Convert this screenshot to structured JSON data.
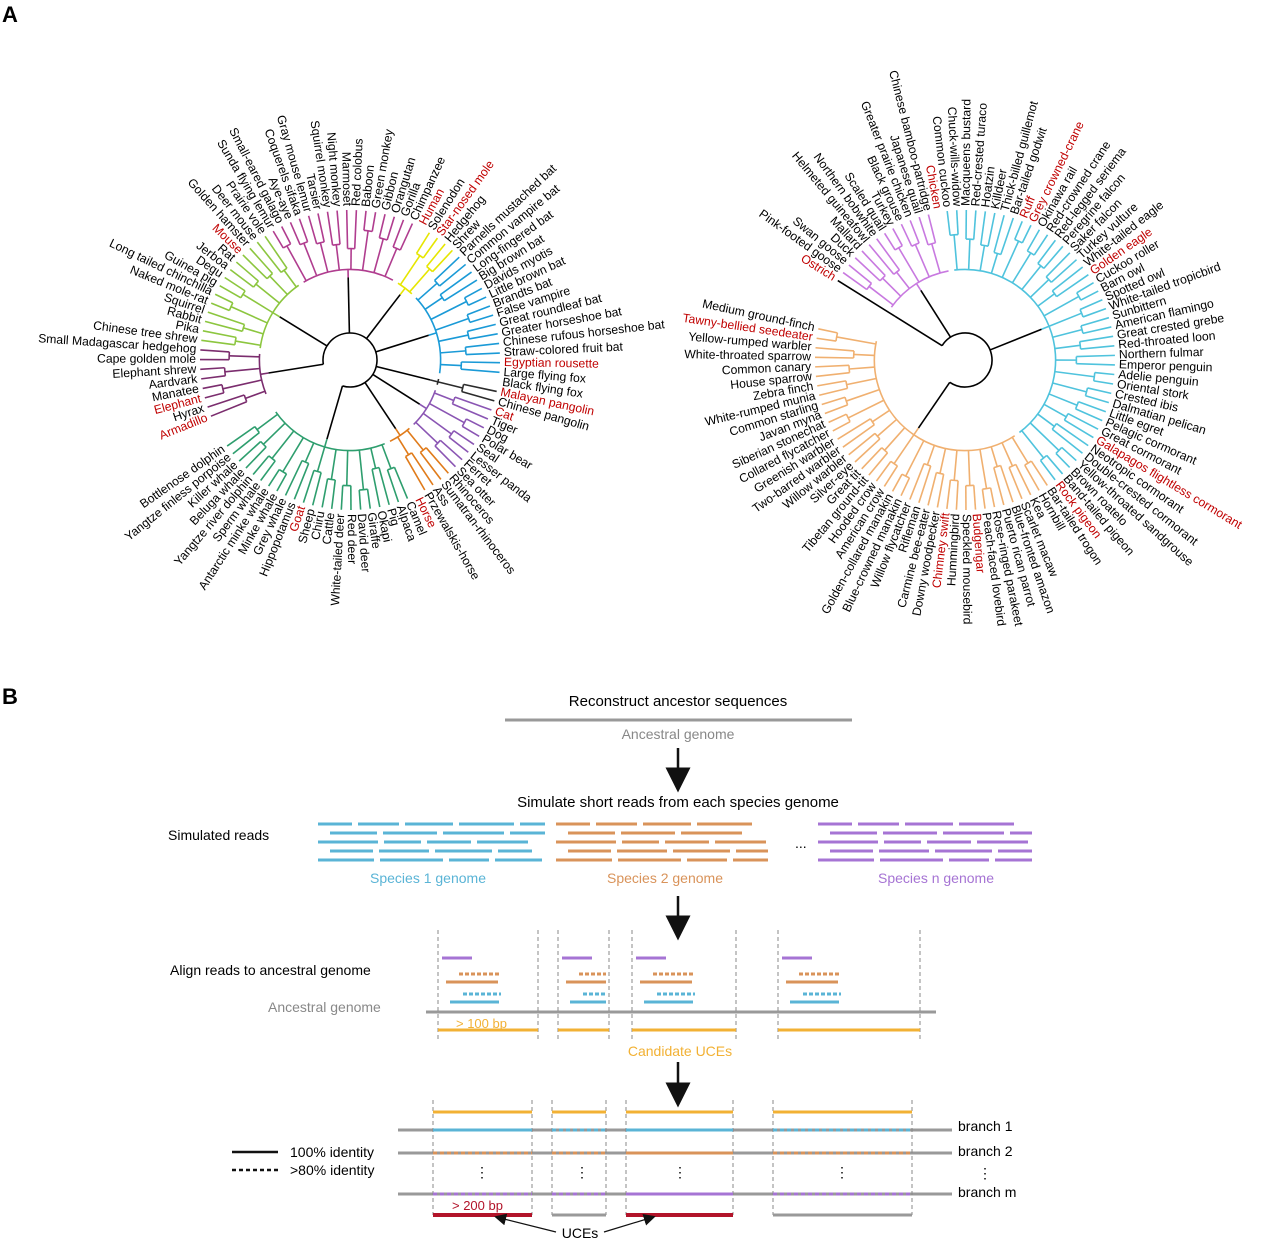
{
  "panels": {
    "a": "A",
    "b": "B"
  },
  "colors": {
    "highlight": "#c00000",
    "black": "#000000",
    "grey": "#999999",
    "orange_uce": "#f2b134",
    "species1": "#5ab4d6",
    "species2": "#d9935a",
    "speciesn": "#a674d4",
    "uce_red": "#b2142a",
    "mammal_afro": "#7b2d6e",
    "mammal_glires": "#8cc63f",
    "mammal_primate": "#b03d8f",
    "mammal_cetart": "#2e9e6e",
    "mammal_perisso": "#e07b1a",
    "mammal_carniv": "#8a55b3",
    "mammal_pangolin": "#2b2b2b",
    "mammal_bat": "#1a9ad7",
    "mammal_insect": "#e6e600",
    "bird_galloan": "#c879e0",
    "bird_neoaves": "#4fc3dd",
    "bird_passer": "#f0b070"
  },
  "mammal_tree": {
    "leaves": [
      {
        "name": "Armadillo",
        "hl": true,
        "grp": "afro"
      },
      {
        "name": "Hyrax",
        "hl": false,
        "grp": "afro"
      },
      {
        "name": "Elephant",
        "hl": true,
        "grp": "afro"
      },
      {
        "name": "Manatee",
        "hl": false,
        "grp": "afro"
      },
      {
        "name": "Aardvark",
        "hl": false,
        "grp": "afro"
      },
      {
        "name": "Elephant shrew",
        "hl": false,
        "grp": "afro"
      },
      {
        "name": "Cape golden mole",
        "hl": false,
        "grp": "afro"
      },
      {
        "name": "Small Madagascar hedgehog",
        "hl": false,
        "grp": "afro"
      },
      {
        "name": "Chinese tree shrew",
        "hl": false,
        "grp": "glires"
      },
      {
        "name": "Pika",
        "hl": false,
        "grp": "glires"
      },
      {
        "name": "Rabbit",
        "hl": false,
        "grp": "glires"
      },
      {
        "name": "Squirrel",
        "hl": false,
        "grp": "glires"
      },
      {
        "name": "Naked mole-rat",
        "hl": false,
        "grp": "glires"
      },
      {
        "name": "Long tailed chinchilla",
        "hl": false,
        "grp": "glires"
      },
      {
        "name": "Guinea pig",
        "hl": false,
        "grp": "glires"
      },
      {
        "name": "Degu",
        "hl": false,
        "grp": "glires"
      },
      {
        "name": "Jerboa",
        "hl": false,
        "grp": "glires"
      },
      {
        "name": "Rat",
        "hl": false,
        "grp": "glires"
      },
      {
        "name": "Mouse",
        "hl": true,
        "grp": "glires"
      },
      {
        "name": "Golden hamster",
        "hl": false,
        "grp": "glires"
      },
      {
        "name": "Deer mouse",
        "hl": false,
        "grp": "glires"
      },
      {
        "name": "Prairie vole",
        "hl": false,
        "grp": "glires"
      },
      {
        "name": "Sunda flying lemur",
        "hl": false,
        "grp": "primate"
      },
      {
        "name": "Small-eared galago",
        "hl": false,
        "grp": "primate"
      },
      {
        "name": "Aye-aye",
        "hl": false,
        "grp": "primate"
      },
      {
        "name": "Coquerels sifaka",
        "hl": false,
        "grp": "primate"
      },
      {
        "name": "Gray mouse lemur",
        "hl": false,
        "grp": "primate"
      },
      {
        "name": "Tarsier",
        "hl": false,
        "grp": "primate"
      },
      {
        "name": "Squirrel monkey",
        "hl": false,
        "grp": "primate"
      },
      {
        "name": "Night monkey",
        "hl": false,
        "grp": "primate"
      },
      {
        "name": "Marmoset",
        "hl": false,
        "grp": "primate"
      },
      {
        "name": "Red colobus",
        "hl": false,
        "grp": "primate"
      },
      {
        "name": "Baboon",
        "hl": false,
        "grp": "primate"
      },
      {
        "name": "Green monkey",
        "hl": false,
        "grp": "primate"
      },
      {
        "name": "Gibbon",
        "hl": false,
        "grp": "primate"
      },
      {
        "name": "Orangutan",
        "hl": false,
        "grp": "primate"
      },
      {
        "name": "Gorilla",
        "hl": false,
        "grp": "primate"
      },
      {
        "name": "Chimpanzee",
        "hl": false,
        "grp": "primate"
      },
      {
        "name": "Human",
        "hl": true,
        "grp": "primate"
      },
      {
        "name": "Solenodon",
        "hl": false,
        "grp": "insect"
      },
      {
        "name": "Star-nosed mole",
        "hl": true,
        "grp": "insect"
      },
      {
        "name": "Hedgehog",
        "hl": false,
        "grp": "insect"
      },
      {
        "name": "Shrew",
        "hl": false,
        "grp": "insect"
      },
      {
        "name": "Parnells mustached bat",
        "hl": false,
        "grp": "bat"
      },
      {
        "name": "Common vampire bat",
        "hl": false,
        "grp": "bat"
      },
      {
        "name": "Long-fingered bat",
        "hl": false,
        "grp": "bat"
      },
      {
        "name": "Big brown bat",
        "hl": false,
        "grp": "bat"
      },
      {
        "name": "Davids myotis",
        "hl": false,
        "grp": "bat"
      },
      {
        "name": "Little brown bat",
        "hl": false,
        "grp": "bat"
      },
      {
        "name": "Brandts bat",
        "hl": false,
        "grp": "bat"
      },
      {
        "name": "False vampire",
        "hl": false,
        "grp": "bat"
      },
      {
        "name": "Great roundleaf bat",
        "hl": false,
        "grp": "bat"
      },
      {
        "name": "Greater horseshoe bat",
        "hl": false,
        "grp": "bat"
      },
      {
        "name": "Chinese rufous horseshoe bat",
        "hl": false,
        "grp": "bat"
      },
      {
        "name": "Straw-colored fruit bat",
        "hl": false,
        "grp": "bat"
      },
      {
        "name": "Egyptian rousette",
        "hl": true,
        "grp": "bat"
      },
      {
        "name": "Large flying fox",
        "hl": false,
        "grp": "bat"
      },
      {
        "name": "Black flying fox",
        "hl": false,
        "grp": "bat"
      },
      {
        "name": "Malayan pangolin",
        "hl": true,
        "grp": "pangolin"
      },
      {
        "name": "Chinese pangolin",
        "hl": false,
        "grp": "pangolin"
      },
      {
        "name": "Cat",
        "hl": true,
        "grp": "carniv"
      },
      {
        "name": "Tiger",
        "hl": false,
        "grp": "carniv"
      },
      {
        "name": "Dog",
        "hl": false,
        "grp": "carniv"
      },
      {
        "name": "Polar bear",
        "hl": false,
        "grp": "carniv"
      },
      {
        "name": "Seal",
        "hl": false,
        "grp": "carniv"
      },
      {
        "name": "Lesser panda",
        "hl": false,
        "grp": "carniv"
      },
      {
        "name": "Ferret",
        "hl": false,
        "grp": "carniv"
      },
      {
        "name": "Sea otter",
        "hl": false,
        "grp": "carniv"
      },
      {
        "name": "Rhinoceros",
        "hl": false,
        "grp": "perisso"
      },
      {
        "name": "Sumatran-rhinoceros",
        "hl": false,
        "grp": "perisso"
      },
      {
        "name": "Ass",
        "hl": false,
        "grp": "perisso"
      },
      {
        "name": "Przewalskis-horse",
        "hl": false,
        "grp": "perisso"
      },
      {
        "name": "Horse",
        "hl": true,
        "grp": "perisso"
      },
      {
        "name": "Camel",
        "hl": false,
        "grp": "cetart"
      },
      {
        "name": "Alpaca",
        "hl": false,
        "grp": "cetart"
      },
      {
        "name": "Pig",
        "hl": false,
        "grp": "cetart"
      },
      {
        "name": "Okapi",
        "hl": false,
        "grp": "cetart"
      },
      {
        "name": "Giraffe",
        "hl": false,
        "grp": "cetart"
      },
      {
        "name": "David deer",
        "hl": false,
        "grp": "cetart"
      },
      {
        "name": "Red deer",
        "hl": false,
        "grp": "cetart"
      },
      {
        "name": "White-tailed deer",
        "hl": false,
        "grp": "cetart"
      },
      {
        "name": "Cattle",
        "hl": false,
        "grp": "cetart"
      },
      {
        "name": "Chiru",
        "hl": false,
        "grp": "cetart"
      },
      {
        "name": "Sheep",
        "hl": false,
        "grp": "cetart"
      },
      {
        "name": "Goat",
        "hl": true,
        "grp": "cetart"
      },
      {
        "name": "Hippopotamus",
        "hl": false,
        "grp": "cetart"
      },
      {
        "name": "Grey whale",
        "hl": false,
        "grp": "cetart"
      },
      {
        "name": "Minke whale",
        "hl": false,
        "grp": "cetart"
      },
      {
        "name": "Antarctic minke whale",
        "hl": false,
        "grp": "cetart"
      },
      {
        "name": "Sperm whale",
        "hl": false,
        "grp": "cetart"
      },
      {
        "name": "Yangtze river dolphin",
        "hl": false,
        "grp": "cetart"
      },
      {
        "name": "Beluga whale",
        "hl": false,
        "grp": "cetart"
      },
      {
        "name": "Killer whale",
        "hl": false,
        "grp": "cetart"
      },
      {
        "name": "Yangtze finless porpoise",
        "hl": false,
        "grp": "cetart"
      },
      {
        "name": "Bottlenose dolphin",
        "hl": false,
        "grp": "cetart"
      }
    ]
  },
  "bird_tree": {
    "leaves": [
      {
        "name": "Ostrich",
        "hl": true,
        "grp": "root"
      },
      {
        "name": "Pink-footed goose",
        "hl": false,
        "grp": "galloan"
      },
      {
        "name": "Swan goose",
        "hl": false,
        "grp": "galloan"
      },
      {
        "name": "Duck",
        "hl": false,
        "grp": "galloan"
      },
      {
        "name": "Mallard",
        "hl": false,
        "grp": "galloan"
      },
      {
        "name": "Helmeted guineafowl",
        "hl": false,
        "grp": "galloan"
      },
      {
        "name": "Northern bobwhite",
        "hl": false,
        "grp": "galloan"
      },
      {
        "name": "Scaled quail",
        "hl": false,
        "grp": "galloan"
      },
      {
        "name": "Turkey",
        "hl": false,
        "grp": "galloan"
      },
      {
        "name": "Black grouse",
        "hl": false,
        "grp": "galloan"
      },
      {
        "name": "Greater prairie chicken",
        "hl": false,
        "grp": "galloan"
      },
      {
        "name": "Japanese quail",
        "hl": false,
        "grp": "galloan"
      },
      {
        "name": "Chinese bamboo-partridge",
        "hl": false,
        "grp": "galloan"
      },
      {
        "name": "Chicken",
        "hl": true,
        "grp": "galloan"
      },
      {
        "name": "Common cuckoo",
        "hl": false,
        "grp": "neoaves"
      },
      {
        "name": "Chuck-wills-widow",
        "hl": false,
        "grp": "neoaves"
      },
      {
        "name": "Macqueens bustard",
        "hl": false,
        "grp": "neoaves"
      },
      {
        "name": "Red-crested turaco",
        "hl": false,
        "grp": "neoaves"
      },
      {
        "name": "Hoatzin",
        "hl": false,
        "grp": "neoaves"
      },
      {
        "name": "Killdeer",
        "hl": false,
        "grp": "neoaves"
      },
      {
        "name": "Thick-billed guillemot",
        "hl": false,
        "grp": "neoaves"
      },
      {
        "name": "Bar-tailed godwit",
        "hl": false,
        "grp": "neoaves"
      },
      {
        "name": "Ruff",
        "hl": true,
        "grp": "neoaves"
      },
      {
        "name": "Grey crowned-crane",
        "hl": true,
        "grp": "neoaves"
      },
      {
        "name": "Okinawa rail",
        "hl": false,
        "grp": "neoaves"
      },
      {
        "name": "Red-crowned crane",
        "hl": false,
        "grp": "neoaves"
      },
      {
        "name": "Red-legged seriema",
        "hl": false,
        "grp": "neoaves"
      },
      {
        "name": "Peregrine falcon",
        "hl": false,
        "grp": "neoaves"
      },
      {
        "name": "Saker falcon",
        "hl": false,
        "grp": "neoaves"
      },
      {
        "name": "Turkey vulture",
        "hl": false,
        "grp": "neoaves"
      },
      {
        "name": "White-tailed eagle",
        "hl": false,
        "grp": "neoaves"
      },
      {
        "name": "Golden eagle",
        "hl": true,
        "grp": "neoaves"
      },
      {
        "name": "Cuckoo roller",
        "hl": false,
        "grp": "neoaves"
      },
      {
        "name": "Barn owl",
        "hl": false,
        "grp": "neoaves"
      },
      {
        "name": "Spotted owl",
        "hl": false,
        "grp": "neoaves"
      },
      {
        "name": "White-tailed tropicbird",
        "hl": false,
        "grp": "neoaves"
      },
      {
        "name": "Sunbittern",
        "hl": false,
        "grp": "neoaves"
      },
      {
        "name": "American flamingo",
        "hl": false,
        "grp": "neoaves"
      },
      {
        "name": "Great crested grebe",
        "hl": false,
        "grp": "neoaves"
      },
      {
        "name": "Red-throated loon",
        "hl": false,
        "grp": "neoaves"
      },
      {
        "name": "Northern fulmar",
        "hl": false,
        "grp": "neoaves"
      },
      {
        "name": "Emperor penguin",
        "hl": false,
        "grp": "neoaves"
      },
      {
        "name": "Adelie penguin",
        "hl": false,
        "grp": "neoaves"
      },
      {
        "name": "Oriental stork",
        "hl": false,
        "grp": "neoaves"
      },
      {
        "name": "Crested ibis",
        "hl": false,
        "grp": "neoaves"
      },
      {
        "name": "Dalmatian pelican",
        "hl": false,
        "grp": "neoaves"
      },
      {
        "name": "Little egret",
        "hl": false,
        "grp": "neoaves"
      },
      {
        "name": "Pelagic cormorant",
        "hl": false,
        "grp": "neoaves"
      },
      {
        "name": "Great cormorant",
        "hl": false,
        "grp": "neoaves"
      },
      {
        "name": "Galapagos flightless cormorant",
        "hl": true,
        "grp": "neoaves"
      },
      {
        "name": "Neotropic cormorant",
        "hl": false,
        "grp": "neoaves"
      },
      {
        "name": "Double-crested cormorant",
        "hl": false,
        "grp": "neoaves"
      },
      {
        "name": "Yellow-throated sandgrouse",
        "hl": false,
        "grp": "neoaves"
      },
      {
        "name": "Brown roatelo",
        "hl": false,
        "grp": "neoaves"
      },
      {
        "name": "Band-tailed pigeon",
        "hl": false,
        "grp": "neoaves"
      },
      {
        "name": "Rock pigeon",
        "hl": true,
        "grp": "neoaves"
      },
      {
        "name": "Bar-tailed trogon",
        "hl": false,
        "grp": "passer"
      },
      {
        "name": "Hornbill",
        "hl": false,
        "grp": "passer"
      },
      {
        "name": "Kea",
        "hl": false,
        "grp": "passer"
      },
      {
        "name": "Scarlet macaw",
        "hl": false,
        "grp": "passer"
      },
      {
        "name": "Blue-fronted amazon",
        "hl": false,
        "grp": "passer"
      },
      {
        "name": "Puerto rican parrot",
        "hl": false,
        "grp": "passer"
      },
      {
        "name": "Rose-ringed parakeet",
        "hl": false,
        "grp": "passer"
      },
      {
        "name": "Peach-faced lovebird",
        "hl": false,
        "grp": "passer"
      },
      {
        "name": "Budgerigar",
        "hl": true,
        "grp": "passer"
      },
      {
        "name": "Speckled mousebird",
        "hl": false,
        "grp": "passer"
      },
      {
        "name": "Hummingbird",
        "hl": false,
        "grp": "passer"
      },
      {
        "name": "Chimney swift",
        "hl": true,
        "grp": "passer"
      },
      {
        "name": "Downy woodpecker",
        "hl": false,
        "grp": "passer"
      },
      {
        "name": "Carmine bee-eater",
        "hl": false,
        "grp": "passer"
      },
      {
        "name": "Rifleman",
        "hl": false,
        "grp": "passer"
      },
      {
        "name": "Willow flycatcher",
        "hl": false,
        "grp": "passer"
      },
      {
        "name": "Blue-crowned manakin",
        "hl": false,
        "grp": "passer"
      },
      {
        "name": "Golden-collared manakin",
        "hl": false,
        "grp": "passer"
      },
      {
        "name": "American crow",
        "hl": false,
        "grp": "passer"
      },
      {
        "name": "Hooded crow",
        "hl": false,
        "grp": "passer"
      },
      {
        "name": "Tibetan ground-tit",
        "hl": false,
        "grp": "passer"
      },
      {
        "name": "Great tit",
        "hl": false,
        "grp": "passer"
      },
      {
        "name": "Silver-eye",
        "hl": false,
        "grp": "passer"
      },
      {
        "name": "Willow warbler",
        "hl": false,
        "grp": "passer"
      },
      {
        "name": "Two-barred warbler",
        "hl": false,
        "grp": "passer"
      },
      {
        "name": "Greenish warbler",
        "hl": false,
        "grp": "passer"
      },
      {
        "name": "Collared flycatcher",
        "hl": false,
        "grp": "passer"
      },
      {
        "name": "Siberian stonechat",
        "hl": false,
        "grp": "passer"
      },
      {
        "name": "Javan myna",
        "hl": false,
        "grp": "passer"
      },
      {
        "name": "Common starling",
        "hl": false,
        "grp": "passer"
      },
      {
        "name": "White-rumped munia",
        "hl": false,
        "grp": "passer"
      },
      {
        "name": "Zebra finch",
        "hl": false,
        "grp": "passer"
      },
      {
        "name": "House sparrow",
        "hl": false,
        "grp": "passer"
      },
      {
        "name": "Common canary",
        "hl": false,
        "grp": "passer"
      },
      {
        "name": "White-throated sparrow",
        "hl": false,
        "grp": "passer"
      },
      {
        "name": "Yellow-rumped warbler",
        "hl": false,
        "grp": "passer"
      },
      {
        "name": "Tawny-bellied seedeater",
        "hl": true,
        "grp": "passer"
      },
      {
        "name": "Medium ground-finch",
        "hl": false,
        "grp": "passer"
      }
    ]
  },
  "panel_b": {
    "step1": "Reconstruct ancestor sequences",
    "ancestral_genome": "Ancestral genome",
    "step2": "Simulate short reads from each species genome",
    "simulated_reads": "Simulated reads",
    "species1": "Species 1 genome",
    "species2": "Species 2 genome",
    "speciesn": "Species n genome",
    "ellipsis": "...",
    "align_label": "Align reads to ancestral genome",
    "ancestral_genome2": "Ancestral genome",
    "gt100": "> 100 bp",
    "candidate": "Candidate UCEs",
    "identity100": "100% identity",
    "identity80": ">80% identity",
    "branch1": "branch 1",
    "branch2": "branch 2",
    "branchm": "branch m",
    "gt200": "> 200 bp",
    "uces": "UCEs",
    "vdots": "⋮"
  }
}
